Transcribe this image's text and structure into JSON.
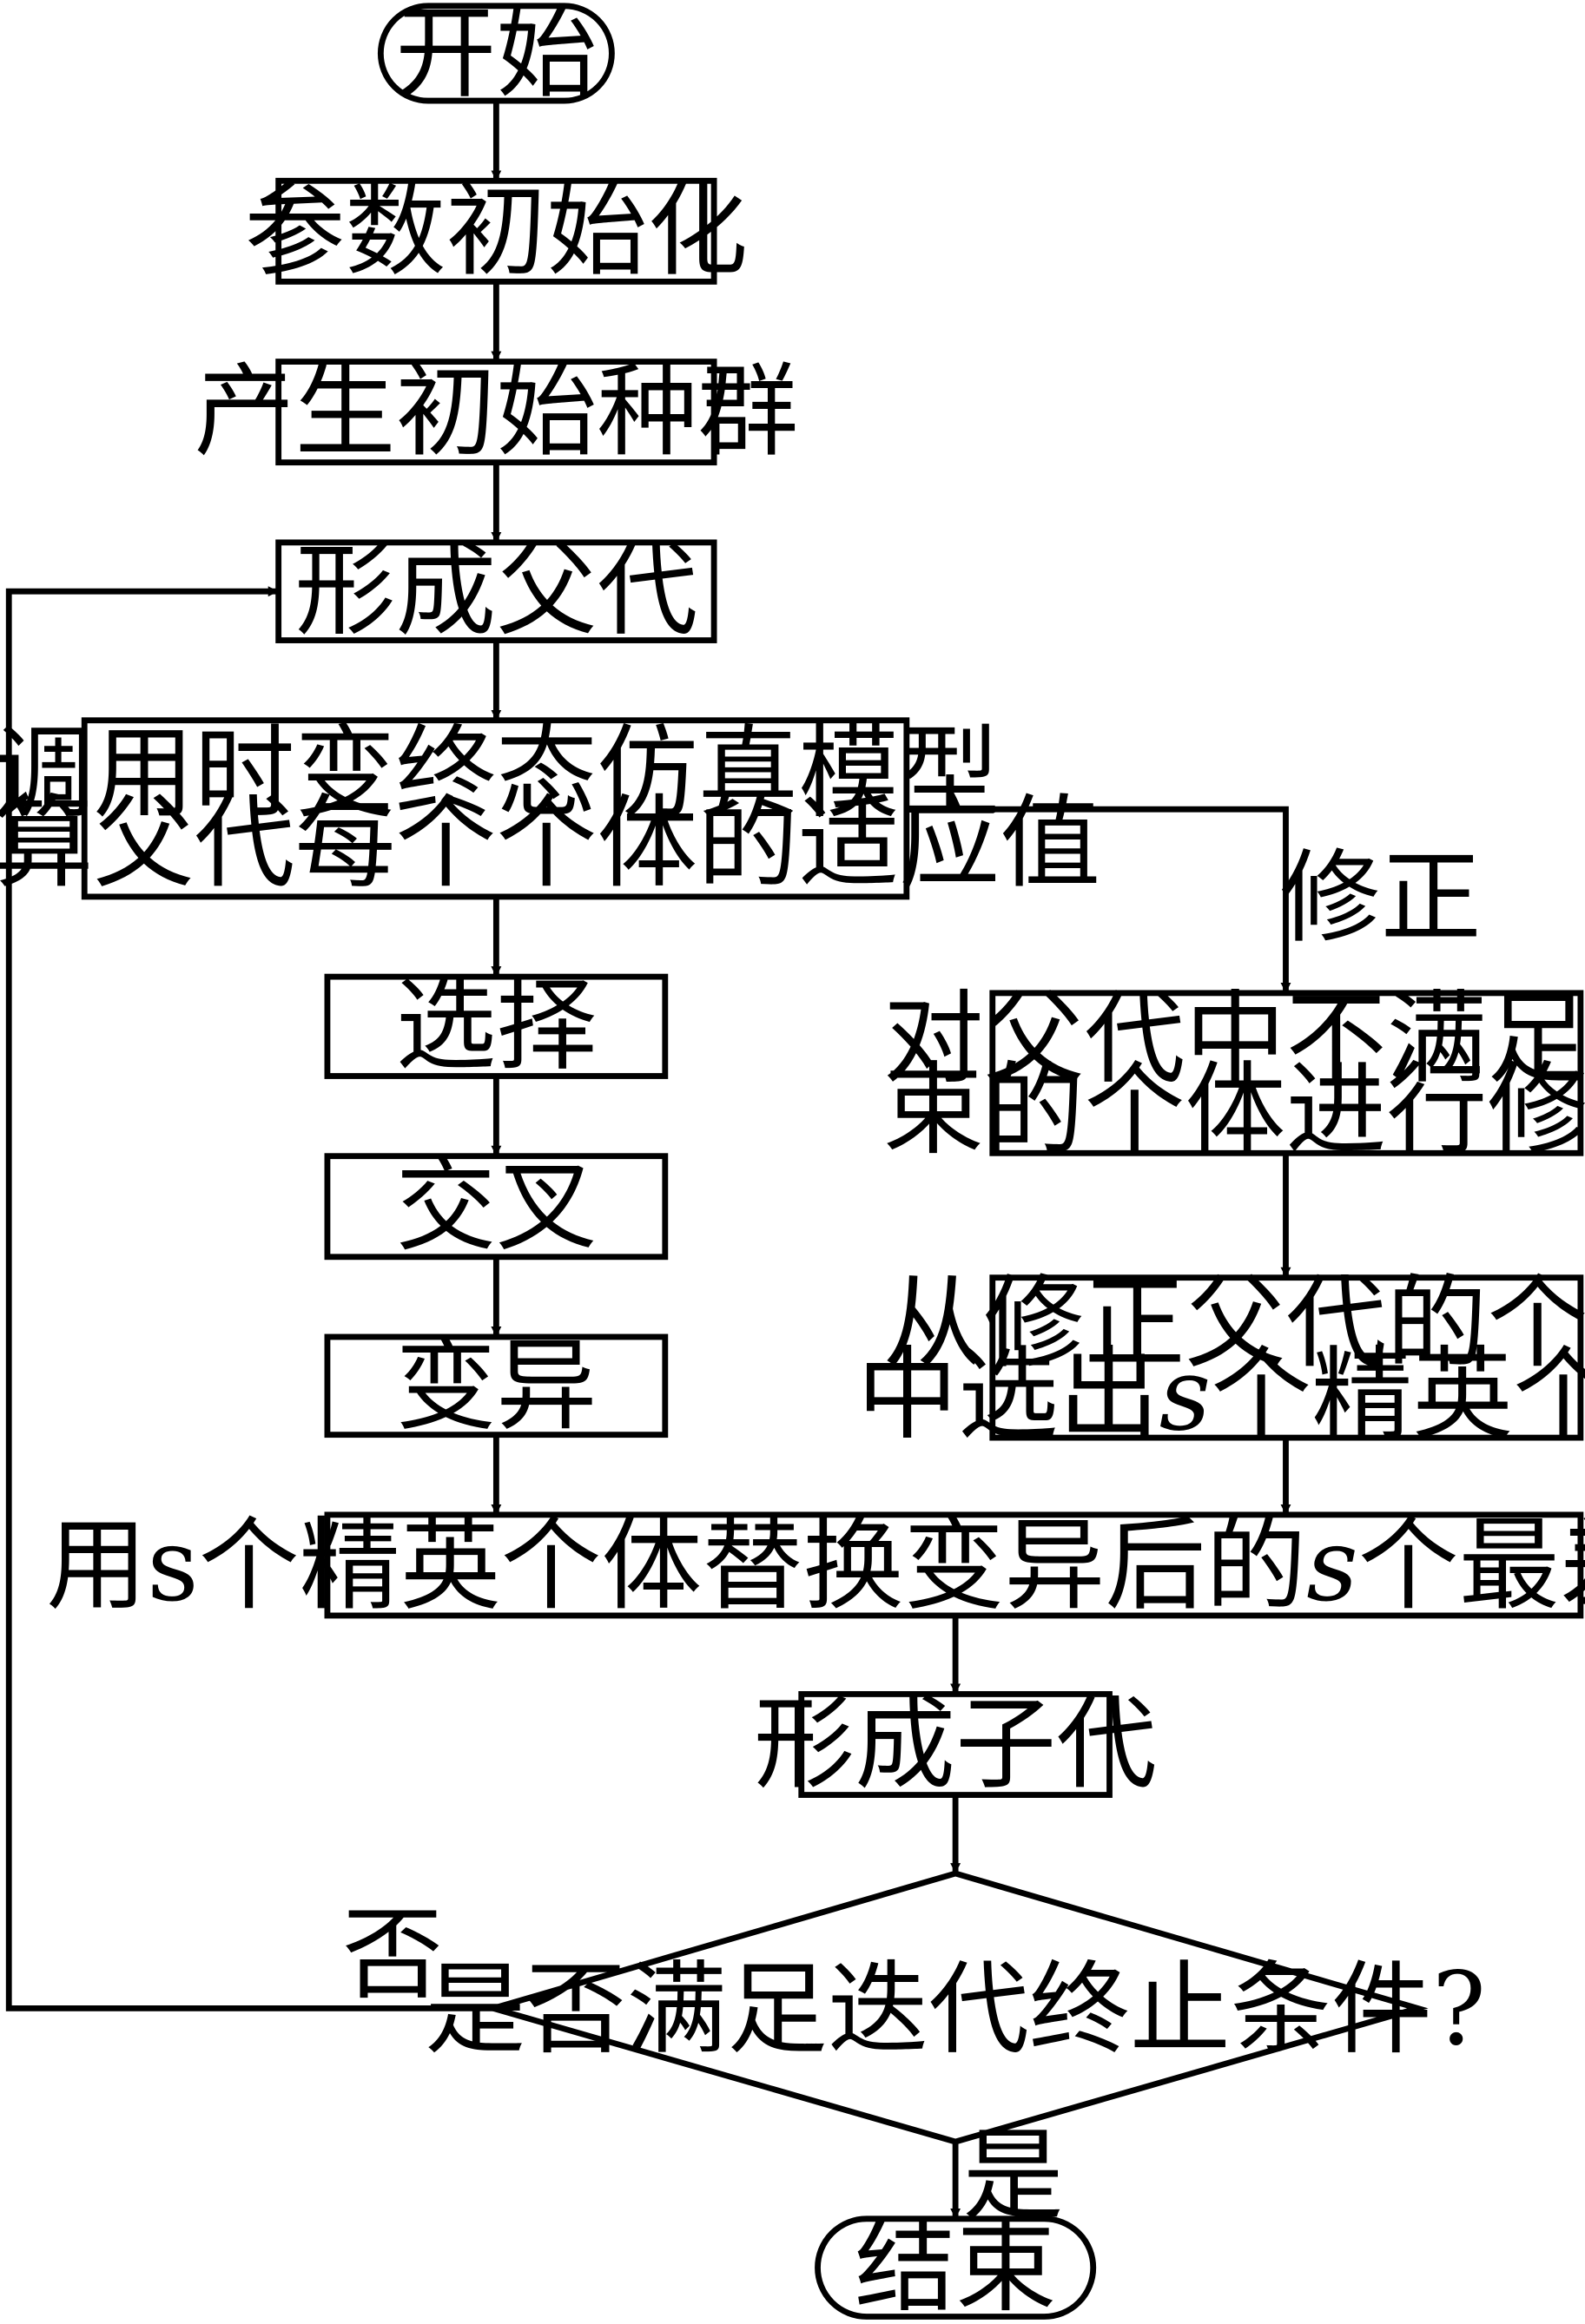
{
  "nodes": {
    "start": "开始",
    "init_params": "参数初始化",
    "init_population": "产生初始种群",
    "form_parents": "形成父代",
    "fitness_line1": "调用时变终态仿真模型",
    "fitness_line2": "计算父代每个个体的适应值",
    "select": "选择",
    "crossover": "交叉",
    "mutation": "变异",
    "repair_line1": "对父代中不满足约",
    "repair_line2": "束的个体进行修正",
    "elite_line1": "从修正父代的个体",
    "elite_line2_a": "中选出",
    "elite_line2_var": "s",
    "elite_line2_b": "个精英个体",
    "replace_a": "用",
    "replace_var1": "s",
    "replace_b": "个精英个体替换变异后的",
    "replace_var2": "s",
    "replace_c": "个最差个体",
    "form_children": "形成子代",
    "decision": "是否满足迭代终止条件?",
    "end": "结束"
  },
  "edge_labels": {
    "repair": "修正",
    "no": "否",
    "yes": "是"
  }
}
